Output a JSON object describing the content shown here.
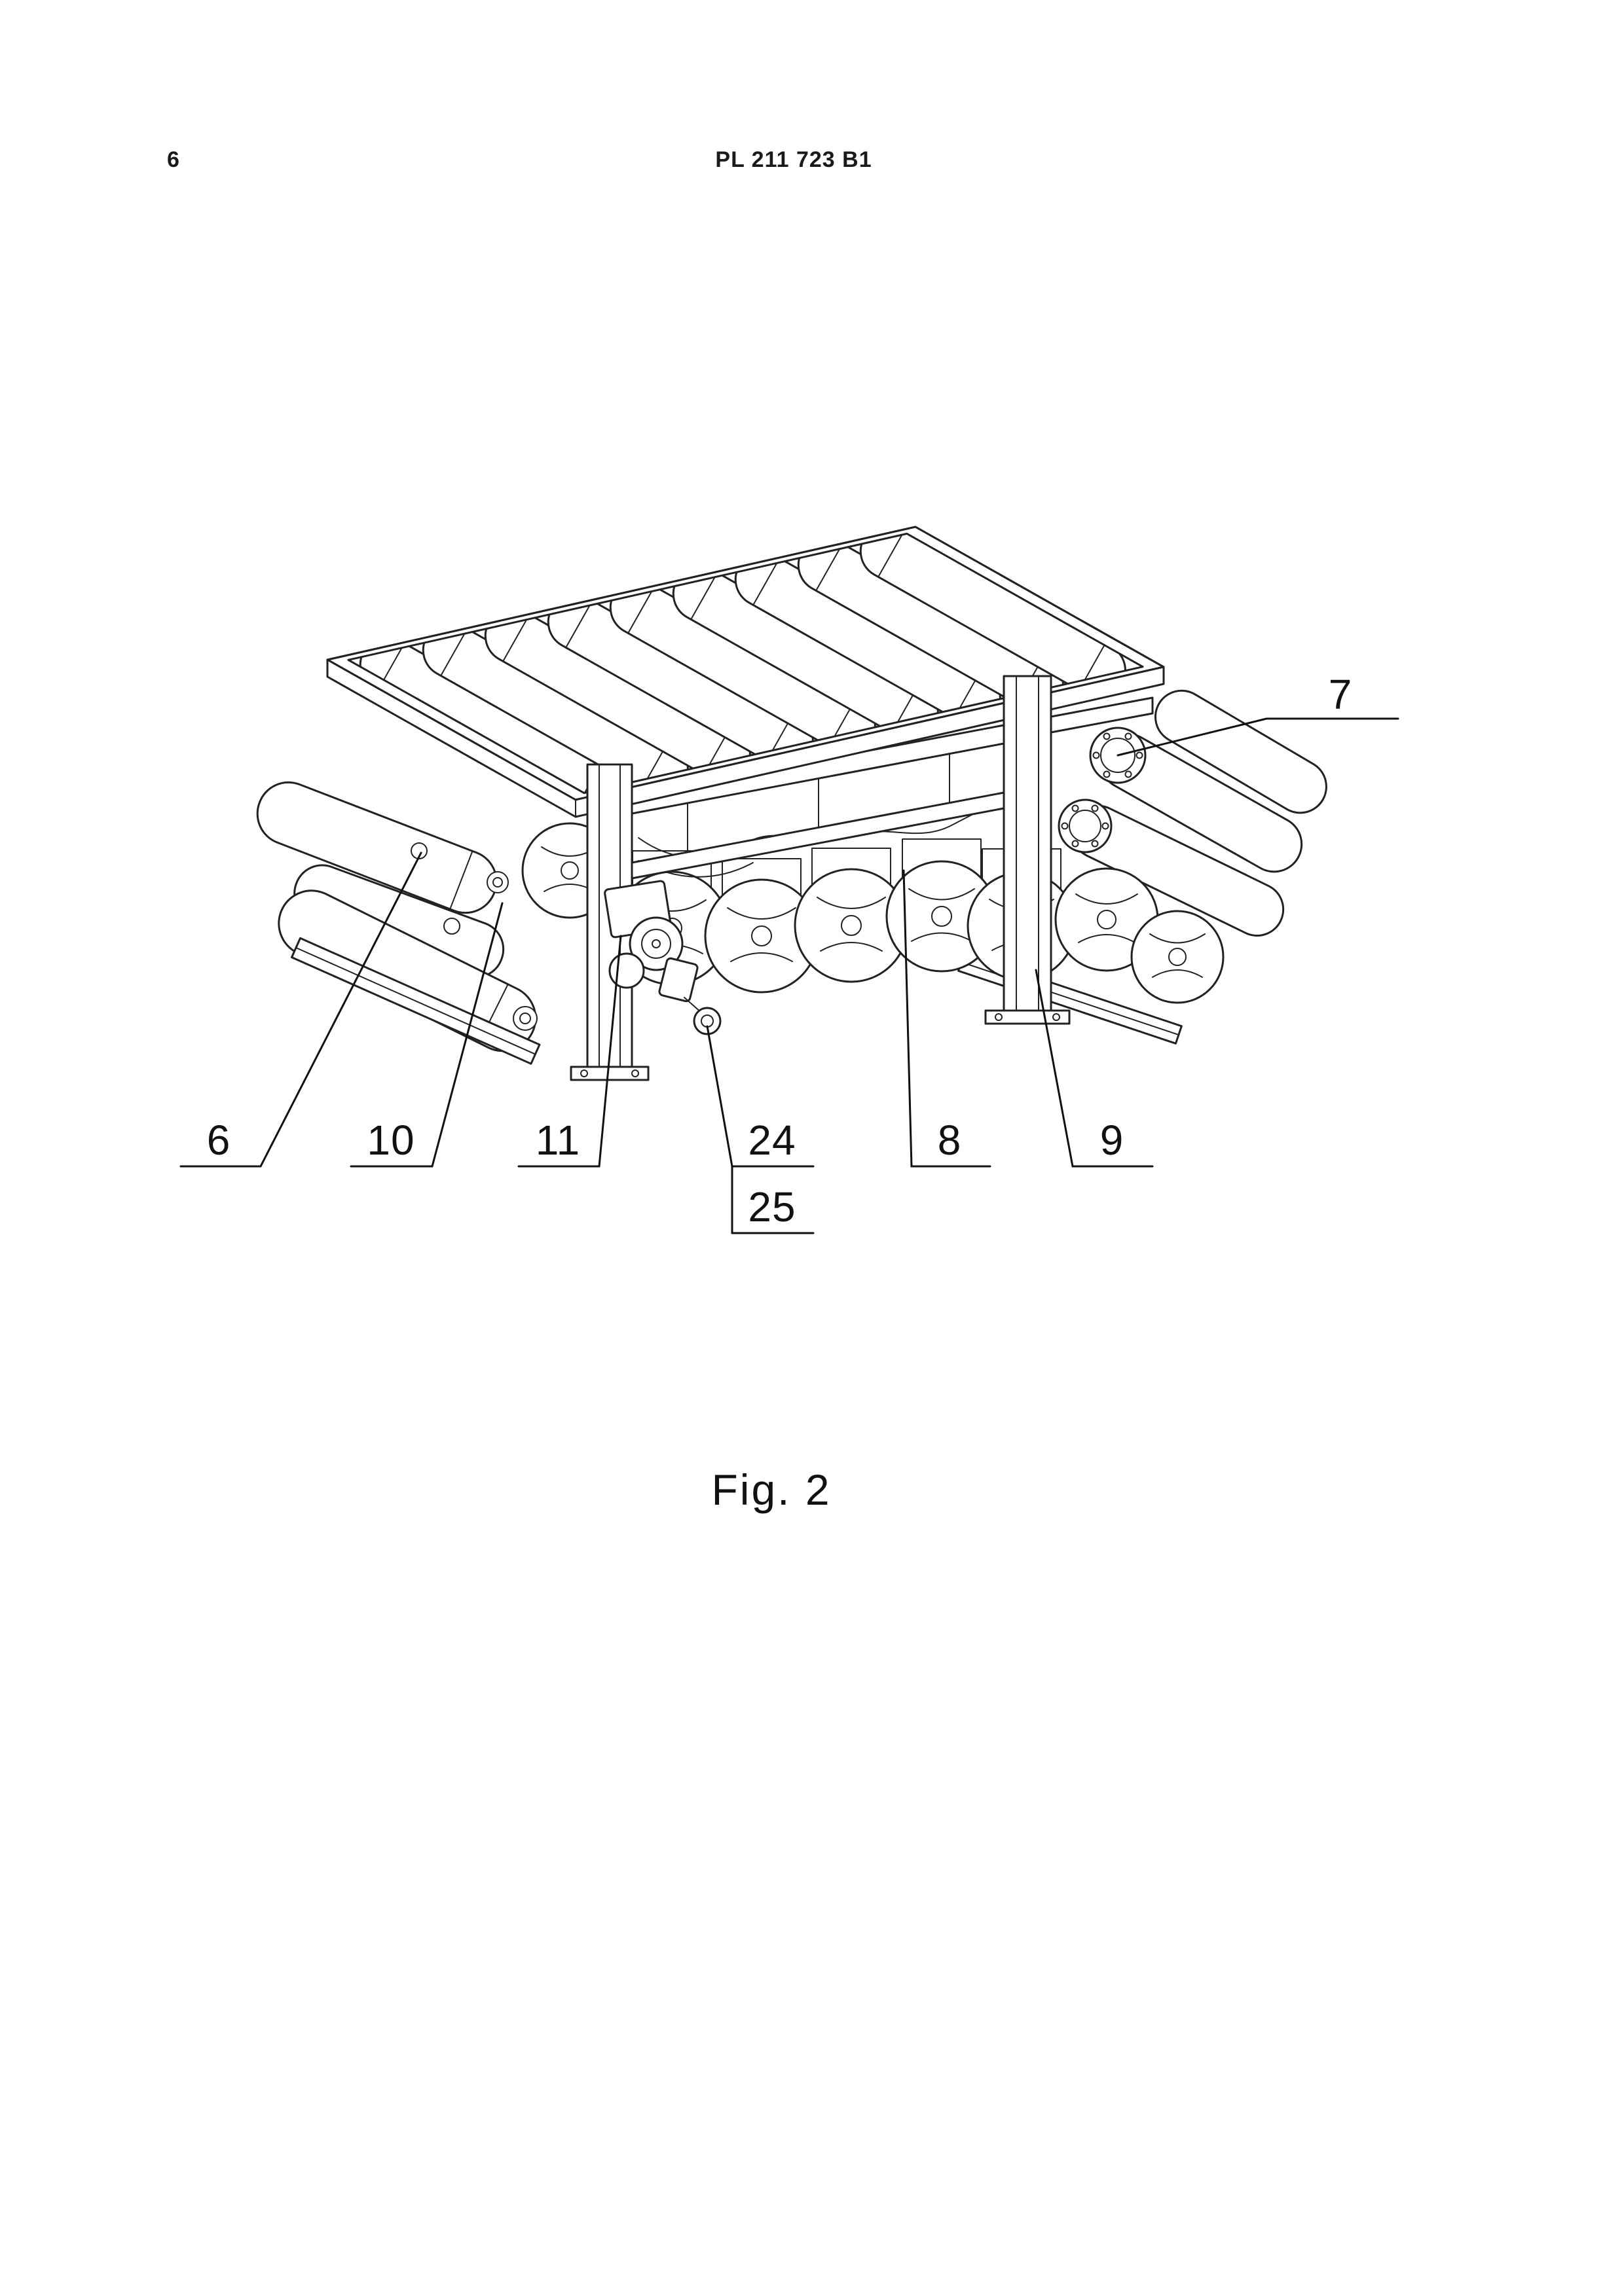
{
  "page": {
    "number": "6",
    "header": "PL 211 723 B1"
  },
  "figure": {
    "caption": "Fig. 2",
    "labels": [
      {
        "id": "7",
        "text": "7"
      },
      {
        "id": "6",
        "text": "6"
      },
      {
        "id": "10",
        "text": "10"
      },
      {
        "id": "11",
        "text": "11"
      },
      {
        "id": "24",
        "text": "24"
      },
      {
        "id": "25",
        "text": "25"
      },
      {
        "id": "8",
        "text": "8"
      },
      {
        "id": "9",
        "text": "9"
      }
    ]
  }
}
